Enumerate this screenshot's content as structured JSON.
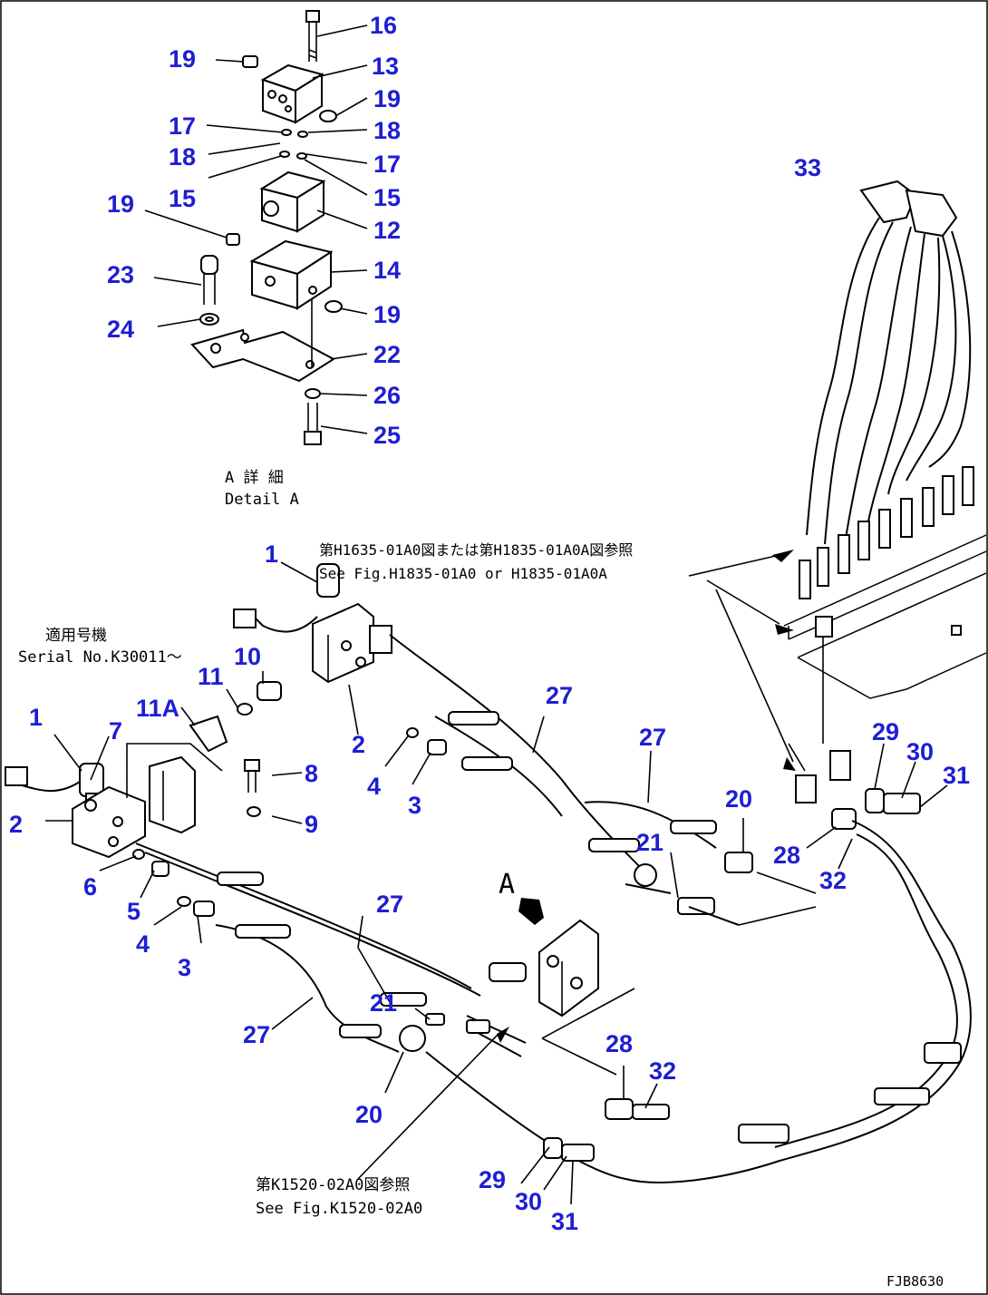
{
  "detail_caption": {
    "jp": "A 詳 細",
    "en": "Detail A"
  },
  "view_marker": "A",
  "serial_note": {
    "jp": "適用号機",
    "en": "Serial No.K30011～"
  },
  "ref_top": {
    "jp": "第H1635-01A0図または第H1835-01A0A図参照",
    "en": "See Fig.H1835-01A0 or H1835-01A0A"
  },
  "ref_bottom": {
    "jp": "第K1520-02A0図参照",
    "en": "See Fig.K1520-02A0"
  },
  "figure_code": "FJB8630",
  "labels": [
    "16",
    "19",
    "13",
    "19",
    "17",
    "18",
    "18",
    "17",
    "15",
    "15",
    "19",
    "12",
    "23",
    "14",
    "19",
    "24",
    "22",
    "26",
    "25",
    "33",
    "1",
    "2",
    "27",
    "10",
    "11",
    "1",
    "11A",
    "7",
    "2",
    "8",
    "9",
    "3",
    "4",
    "27",
    "29",
    "30",
    "31",
    "20",
    "28",
    "32",
    "6",
    "5",
    "4",
    "3",
    "21",
    "27",
    "21",
    "27",
    "20",
    "28",
    "32",
    "29",
    "30",
    "31"
  ]
}
